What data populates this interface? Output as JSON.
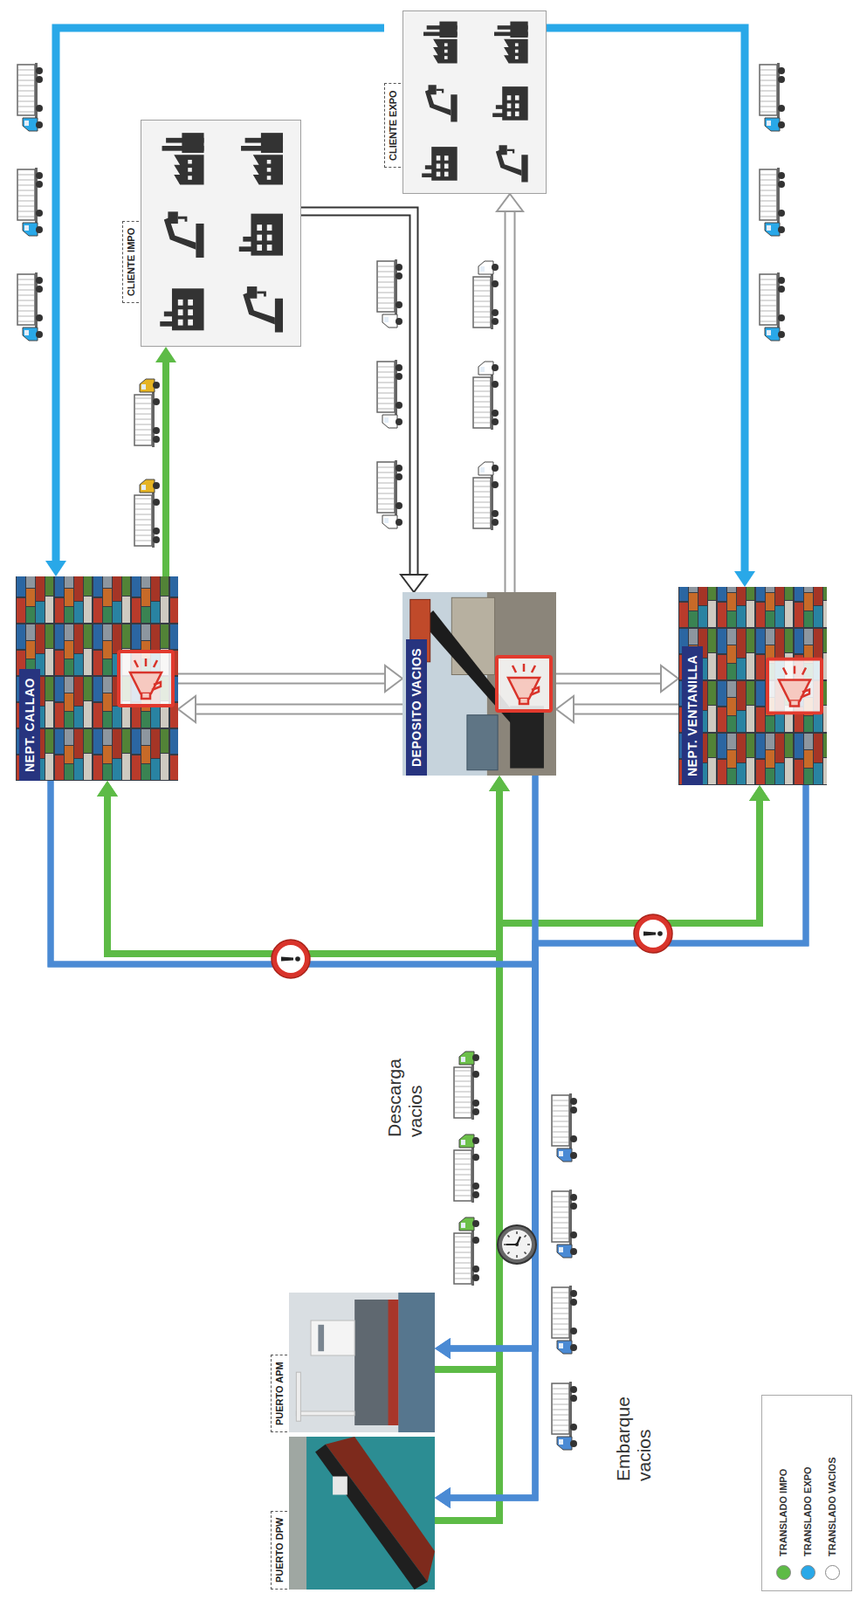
{
  "diagram": {
    "nodes": [
      {
        "text": [
          "PUERTO DPW"
        ]
      },
      {
        "text": [
          "PUERTO APM"
        ]
      },
      {
        "text": [
          "NEPT. CALLAO"
        ]
      },
      {
        "text": [
          "DEPOSITO VACIOS"
        ]
      },
      {
        "text": [
          "NEPT. VENTANILLA"
        ]
      },
      {
        "text": [
          "CLIENTE IMPO"
        ]
      },
      {
        "text": [
          "CLIENTE EXPO"
        ]
      }
    ],
    "edges": [
      {
        "from": 0,
        "to": 2,
        "arrow": "to"
      },
      {
        "from": 0,
        "to": 3,
        "arrow": "to"
      },
      {
        "from": 0,
        "to": 4,
        "arrow": "to"
      },
      {
        "from": 1,
        "to": 2,
        "arrow": "to"
      },
      {
        "from": 1,
        "to": 3,
        "arrow": "to"
      },
      {
        "from": 1,
        "to": 4,
        "arrow": "to"
      },
      {
        "from": 2,
        "to": 0,
        "arrow": "to"
      },
      {
        "from": 3,
        "to": 0,
        "arrow": "to"
      },
      {
        "from": 4,
        "to": 0,
        "arrow": "to"
      },
      {
        "from": 2,
        "to": 1,
        "arrow": "to"
      },
      {
        "from": 3,
        "to": 1,
        "arrow": "to"
      },
      {
        "from": 4,
        "to": 1,
        "arrow": "to"
      },
      {
        "from": 2,
        "to": 3,
        "arrow": "to"
      },
      {
        "from": 3,
        "to": 2,
        "arrow": "to"
      },
      {
        "from": 3,
        "to": 4,
        "arrow": "to"
      },
      {
        "from": 4,
        "to": 3,
        "arrow": "to"
      },
      {
        "from": 2,
        "to": 5,
        "arrow": "to"
      },
      {
        "from": 5,
        "to": 3,
        "arrow": "to"
      },
      {
        "from": 3,
        "to": 6,
        "arrow": "to"
      },
      {
        "from": 6,
        "to": 2,
        "arrow": "to"
      },
      {
        "from": 6,
        "to": 4,
        "arrow": "to"
      }
    ],
    "labels": [
      "Descarga vacios",
      "Embarque vacios"
    ],
    "legend": [
      {
        "text": "TRANSLADO IMPO",
        "color": "#5dbb46"
      },
      {
        "text": "TRANSLADO EXPO",
        "color": "#29a8e8"
      },
      {
        "text": "TRANSLADO VACIOS",
        "color": "#ffffff"
      }
    ]
  }
}
